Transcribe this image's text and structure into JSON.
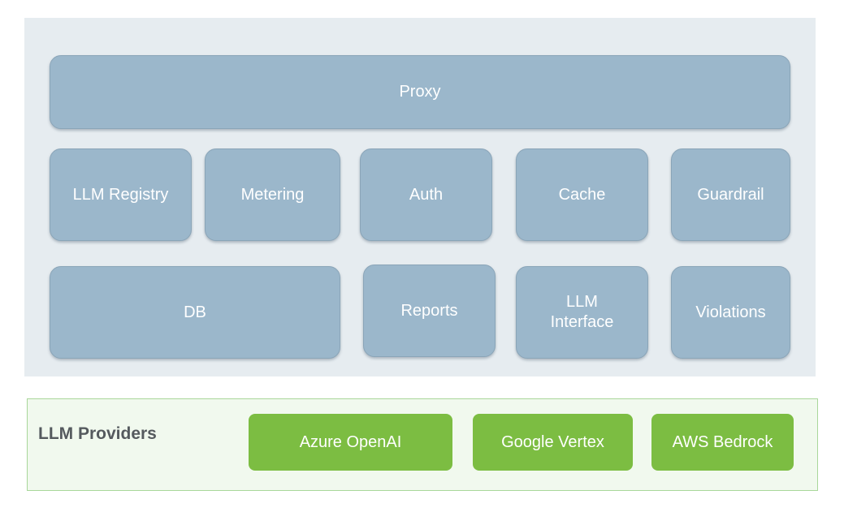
{
  "platform": {
    "components": {
      "proxy": "Proxy",
      "llm_registry": "LLM Registry",
      "metering": "Metering",
      "auth": "Auth",
      "cache": "Cache",
      "guardrail": "Guardrail",
      "db": "DB",
      "reports": "Reports",
      "llm_interface": "LLM\nInterface",
      "violations": "Violations"
    }
  },
  "providers": {
    "label": "LLM Providers",
    "items": [
      "Azure OpenAI",
      "Google Vertex",
      "AWS Bedrock"
    ]
  },
  "colors": {
    "platform_background": "#e6ecf0",
    "component_fill": "#9bb7cb",
    "provider_fill": "#7cbd42",
    "providers_background": "#f1f9ee"
  }
}
